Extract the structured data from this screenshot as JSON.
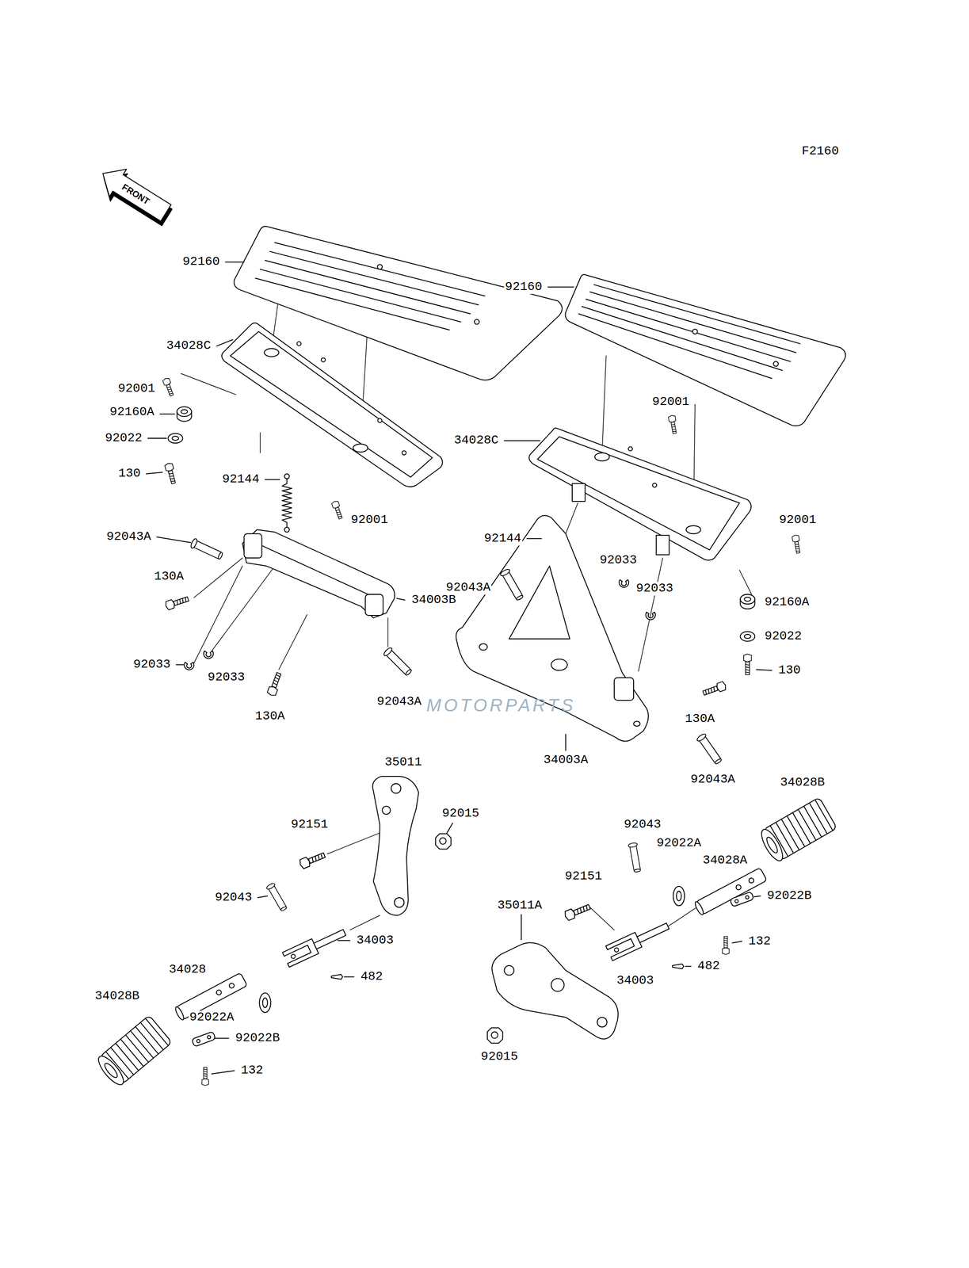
{
  "diagram": {
    "labels": [
      "F2160",
      "FRONT",
      "92160",
      "34028C",
      "92001",
      "92160A",
      "92022",
      "130",
      "92144",
      "92001",
      "92043A",
      "130A",
      "34003B",
      "92033",
      "92033",
      "92043A",
      "130A",
      "92160",
      "92001",
      "34028C",
      "92001",
      "92144",
      "92043A",
      "92033",
      "92033",
      "92160A",
      "92022",
      "130",
      "130A",
      "34003A",
      "92043A",
      "34028B",
      "35011",
      "92015",
      "92151",
      "92043",
      "34003",
      "482",
      "34028",
      "34028B",
      "92022A",
      "92022B",
      "132",
      "92043",
      "34028A",
      "92022A",
      "92151",
      "92022B",
      "35011A",
      "132",
      "34003",
      "482",
      "92015",
      "MOTORPARTS"
    ]
  }
}
